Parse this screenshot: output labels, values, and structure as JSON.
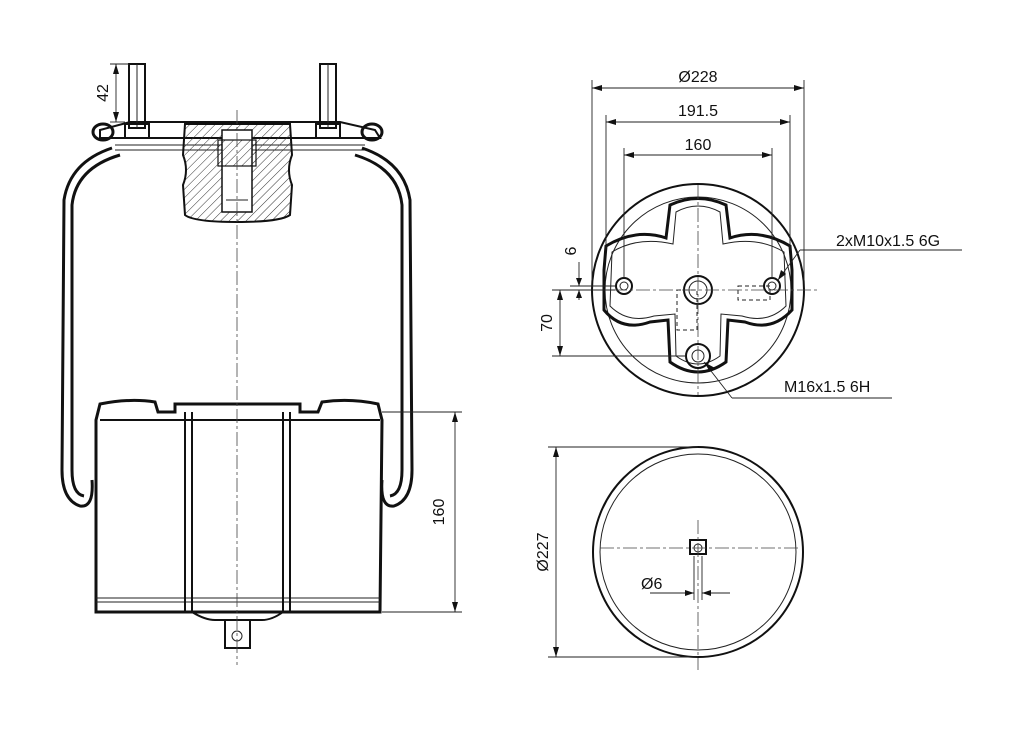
{
  "dimensions": {
    "stud_height": "42",
    "height": "160",
    "top_outer_diameter": "Ø228",
    "top_mid_diameter": "191.5",
    "top_bolt_spacing": "160",
    "bolt_offset": "6",
    "center_offset": "70",
    "bolt_thread_label": "2xM10x1.5 6G",
    "center_thread_label": "M16x1.5 6H",
    "bottom_diameter": "Ø227",
    "bottom_hole_diameter": "Ø6"
  }
}
